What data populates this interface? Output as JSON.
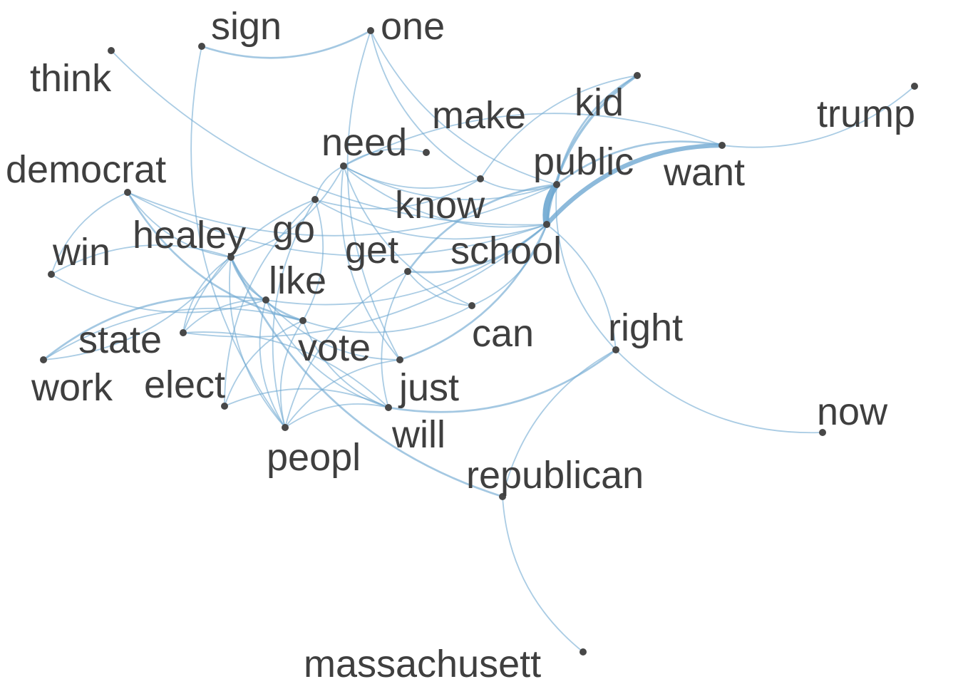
{
  "colors": {
    "edge": "#6fa8d1",
    "node": "#484848",
    "label": "#3f3f3f"
  },
  "nodes": [
    {
      "id": "sign",
      "label": "sign"
    },
    {
      "id": "one",
      "label": "one"
    },
    {
      "id": "think",
      "label": "think"
    },
    {
      "id": "make",
      "label": "make"
    },
    {
      "id": "kid",
      "label": "kid"
    },
    {
      "id": "trump",
      "label": "trump"
    },
    {
      "id": "need",
      "label": "need"
    },
    {
      "id": "public",
      "label": "public"
    },
    {
      "id": "want",
      "label": "want"
    },
    {
      "id": "democrat",
      "label": "democrat"
    },
    {
      "id": "know",
      "label": "know"
    },
    {
      "id": "go",
      "label": "go"
    },
    {
      "id": "healey",
      "label": "healey"
    },
    {
      "id": "win",
      "label": "win"
    },
    {
      "id": "get",
      "label": "get"
    },
    {
      "id": "school",
      "label": "school"
    },
    {
      "id": "like",
      "label": "like"
    },
    {
      "id": "state",
      "label": "state"
    },
    {
      "id": "vote",
      "label": "vote"
    },
    {
      "id": "can",
      "label": "can"
    },
    {
      "id": "right",
      "label": "right"
    },
    {
      "id": "work",
      "label": "work"
    },
    {
      "id": "elect",
      "label": "elect"
    },
    {
      "id": "just",
      "label": "just"
    },
    {
      "id": "will",
      "label": "will"
    },
    {
      "id": "now",
      "label": "now"
    },
    {
      "id": "peopl",
      "label": "peopl"
    },
    {
      "id": "republican",
      "label": "republican"
    },
    {
      "id": "massachusett",
      "label": "massachusett"
    }
  ],
  "edges": [
    {
      "source": "sign",
      "target": "one",
      "weight": 2
    },
    {
      "source": "sign",
      "target": "peopl",
      "weight": 1
    },
    {
      "source": "one",
      "target": "just",
      "weight": 1
    },
    {
      "source": "one",
      "target": "know",
      "weight": 1
    },
    {
      "source": "one",
      "target": "public",
      "weight": 1
    },
    {
      "source": "think",
      "target": "school",
      "weight": 1
    },
    {
      "source": "kid",
      "target": "school",
      "weight": 3
    },
    {
      "source": "kid",
      "target": "public",
      "weight": 2
    },
    {
      "source": "kid",
      "target": "know",
      "weight": 1
    },
    {
      "source": "want",
      "target": "school",
      "weight": 6
    },
    {
      "source": "want",
      "target": "public",
      "weight": 2
    },
    {
      "source": "want",
      "target": "trump",
      "weight": 1
    },
    {
      "source": "want",
      "target": "need",
      "weight": 1
    },
    {
      "source": "public",
      "target": "school",
      "weight": 9
    },
    {
      "source": "public",
      "target": "get",
      "weight": 2
    },
    {
      "source": "public",
      "target": "right",
      "weight": 1
    },
    {
      "source": "need",
      "target": "public",
      "weight": 1
    },
    {
      "source": "need",
      "target": "know",
      "weight": 1
    },
    {
      "source": "need",
      "target": "can",
      "weight": 1
    },
    {
      "source": "need",
      "target": "just",
      "weight": 1
    },
    {
      "source": "need",
      "target": "go",
      "weight": 1
    },
    {
      "source": "need",
      "target": "school",
      "weight": 1
    },
    {
      "source": "democrat",
      "target": "healey",
      "weight": 1
    },
    {
      "source": "democrat",
      "target": "win",
      "weight": 1
    },
    {
      "source": "democrat",
      "target": "public",
      "weight": 1
    },
    {
      "source": "democrat",
      "target": "school",
      "weight": 1
    },
    {
      "source": "democrat",
      "target": "vote",
      "weight": 2
    },
    {
      "source": "go",
      "target": "school",
      "weight": 1
    },
    {
      "source": "go",
      "target": "state",
      "weight": 1
    },
    {
      "source": "go",
      "target": "peopl",
      "weight": 1
    },
    {
      "source": "go",
      "target": "elect",
      "weight": 1
    },
    {
      "source": "go",
      "target": "know",
      "weight": 1
    },
    {
      "source": "healey",
      "target": "vote",
      "weight": 2
    },
    {
      "source": "healey",
      "target": "republican",
      "weight": 2
    },
    {
      "source": "healey",
      "target": "win",
      "weight": 1
    },
    {
      "source": "healey",
      "target": "like",
      "weight": 1
    },
    {
      "source": "healey",
      "target": "peopl",
      "weight": 1
    },
    {
      "source": "healey",
      "target": "state",
      "weight": 1
    },
    {
      "source": "healey",
      "target": "need",
      "weight": 1
    },
    {
      "source": "get",
      "target": "school",
      "weight": 2
    },
    {
      "source": "get",
      "target": "will",
      "weight": 1
    },
    {
      "source": "get",
      "target": "peopl",
      "weight": 1
    },
    {
      "source": "get",
      "target": "can",
      "weight": 1
    },
    {
      "source": "like",
      "target": "work",
      "weight": 2
    },
    {
      "source": "like",
      "target": "will",
      "weight": 1
    },
    {
      "source": "like",
      "target": "state",
      "weight": 1
    },
    {
      "source": "like",
      "target": "just",
      "weight": 1
    },
    {
      "source": "like",
      "target": "school",
      "weight": 1
    },
    {
      "source": "like",
      "target": "peopl",
      "weight": 1
    },
    {
      "source": "vote",
      "target": "work",
      "weight": 1
    },
    {
      "source": "vote",
      "target": "elect",
      "weight": 1
    },
    {
      "source": "vote",
      "target": "peopl",
      "weight": 1
    },
    {
      "source": "vote",
      "target": "will",
      "weight": 1
    },
    {
      "source": "vote",
      "target": "go",
      "weight": 1
    },
    {
      "source": "vote",
      "target": "can",
      "weight": 1
    },
    {
      "source": "just",
      "target": "school",
      "weight": 2
    },
    {
      "source": "just",
      "target": "peopl",
      "weight": 1
    },
    {
      "source": "will",
      "target": "elect",
      "weight": 1
    },
    {
      "source": "will",
      "target": "right",
      "weight": 2
    },
    {
      "source": "will",
      "target": "peopl",
      "weight": 1
    },
    {
      "source": "will",
      "target": "state",
      "weight": 1
    },
    {
      "source": "right",
      "target": "now",
      "weight": 1
    },
    {
      "source": "right",
      "target": "republican",
      "weight": 1
    },
    {
      "source": "right",
      "target": "school",
      "weight": 1
    },
    {
      "source": "republican",
      "target": "massachusett",
      "weight": 1
    },
    {
      "source": "can",
      "target": "school",
      "weight": 1
    },
    {
      "source": "know",
      "target": "public",
      "weight": 1
    },
    {
      "source": "make",
      "target": "need",
      "weight": 1
    },
    {
      "source": "state",
      "target": "school",
      "weight": 1
    },
    {
      "source": "win",
      "target": "like",
      "weight": 1
    },
    {
      "source": "work",
      "target": "healey",
      "weight": 1
    }
  ]
}
